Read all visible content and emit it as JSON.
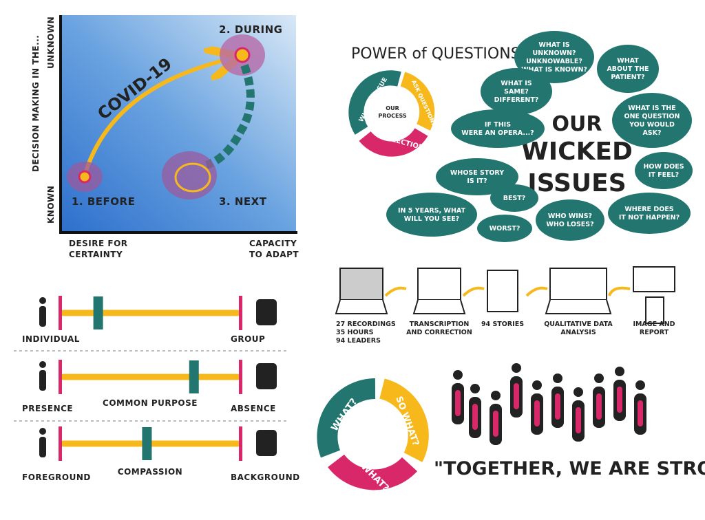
{
  "quadrant": {
    "y_axis_top": "UNKNOWN",
    "y_axis_middle": "DECISION MAKING IN THE...",
    "y_axis_bottom": "KNOWN",
    "x_axis_left": [
      "DESIRE FOR",
      "CERTAINTY"
    ],
    "x_axis_right": [
      "CAPACITY",
      "TO ADAPT"
    ],
    "arrow_label": "COVID-19",
    "points": [
      "1. BEFORE",
      "2. DURING",
      "3. NEXT"
    ]
  },
  "questions": {
    "title": "POWER of QUESTIONS",
    "process": {
      "center": [
        "OUR",
        "PROCESS"
      ],
      "segments": [
        "WICKED ISSUE",
        "ASK QUESTIONS",
        "REFLECTION"
      ]
    },
    "center_text": [
      "OUR",
      "WICKED",
      "ISSUES"
    ],
    "bubbles": [
      [
        "WHAT IS",
        "UNKNOWN?",
        "UNKNOWABLE?",
        "WHAT IS KNOWN?"
      ],
      [
        "WHAT",
        "ABOUT THE",
        "PATIENT?"
      ],
      [
        "WHAT IS",
        "SAME?",
        "DIFFERENT?"
      ],
      [
        "WHAT IS THE",
        "ONE QUESTION",
        "YOU WOULD",
        "ASK?"
      ],
      [
        "IF THIS",
        "WERE AN OPERA...?"
      ],
      [
        "WHOSE STORY",
        "IS IT?"
      ],
      [
        "HOW DOES",
        "IT FEEL?"
      ],
      [
        "BEST?"
      ],
      [
        "IN 5 YEARS, WHAT",
        "WILL YOU SEE?"
      ],
      [
        "WORST?"
      ],
      [
        "WHO WINS?",
        "WHO LOSES?"
      ],
      [
        "WHERE DOES",
        "IT NOT HAPPEN?"
      ]
    ]
  },
  "spectra": [
    {
      "left": "INDIVIDUAL",
      "middle": "",
      "right": "GROUP",
      "position": 0.2
    },
    {
      "left": "PRESENCE",
      "middle": "COMMON PURPOSE",
      "right": "ABSENCE",
      "position": 0.75
    },
    {
      "left": "FOREGROUND",
      "middle": "COMPASSION",
      "right": "BACKGROUND",
      "position": 0.48
    }
  ],
  "process_steps": [
    [
      "27 RECORDINGS",
      "35 HOURS",
      "94 LEADERS"
    ],
    [
      "TRANSCRIPTION",
      "AND CORRECTION"
    ],
    [
      "94 STORIES"
    ],
    [
      "QUALITATIVE DATA",
      "ANALYSIS"
    ],
    [
      "IMAGE AND",
      "REPORT"
    ]
  ],
  "reflection_cycle": [
    "WHAT?",
    "SO WHAT?",
    "NOW WHAT?"
  ],
  "quote": "\"TOGETHER, WE ARE STRONGER.\"",
  "colors": {
    "teal": "#22766f",
    "yellow": "#f7b81c",
    "pink": "#d9286a",
    "purple": "#9b5a9e",
    "blue": "#3d7fd0"
  }
}
